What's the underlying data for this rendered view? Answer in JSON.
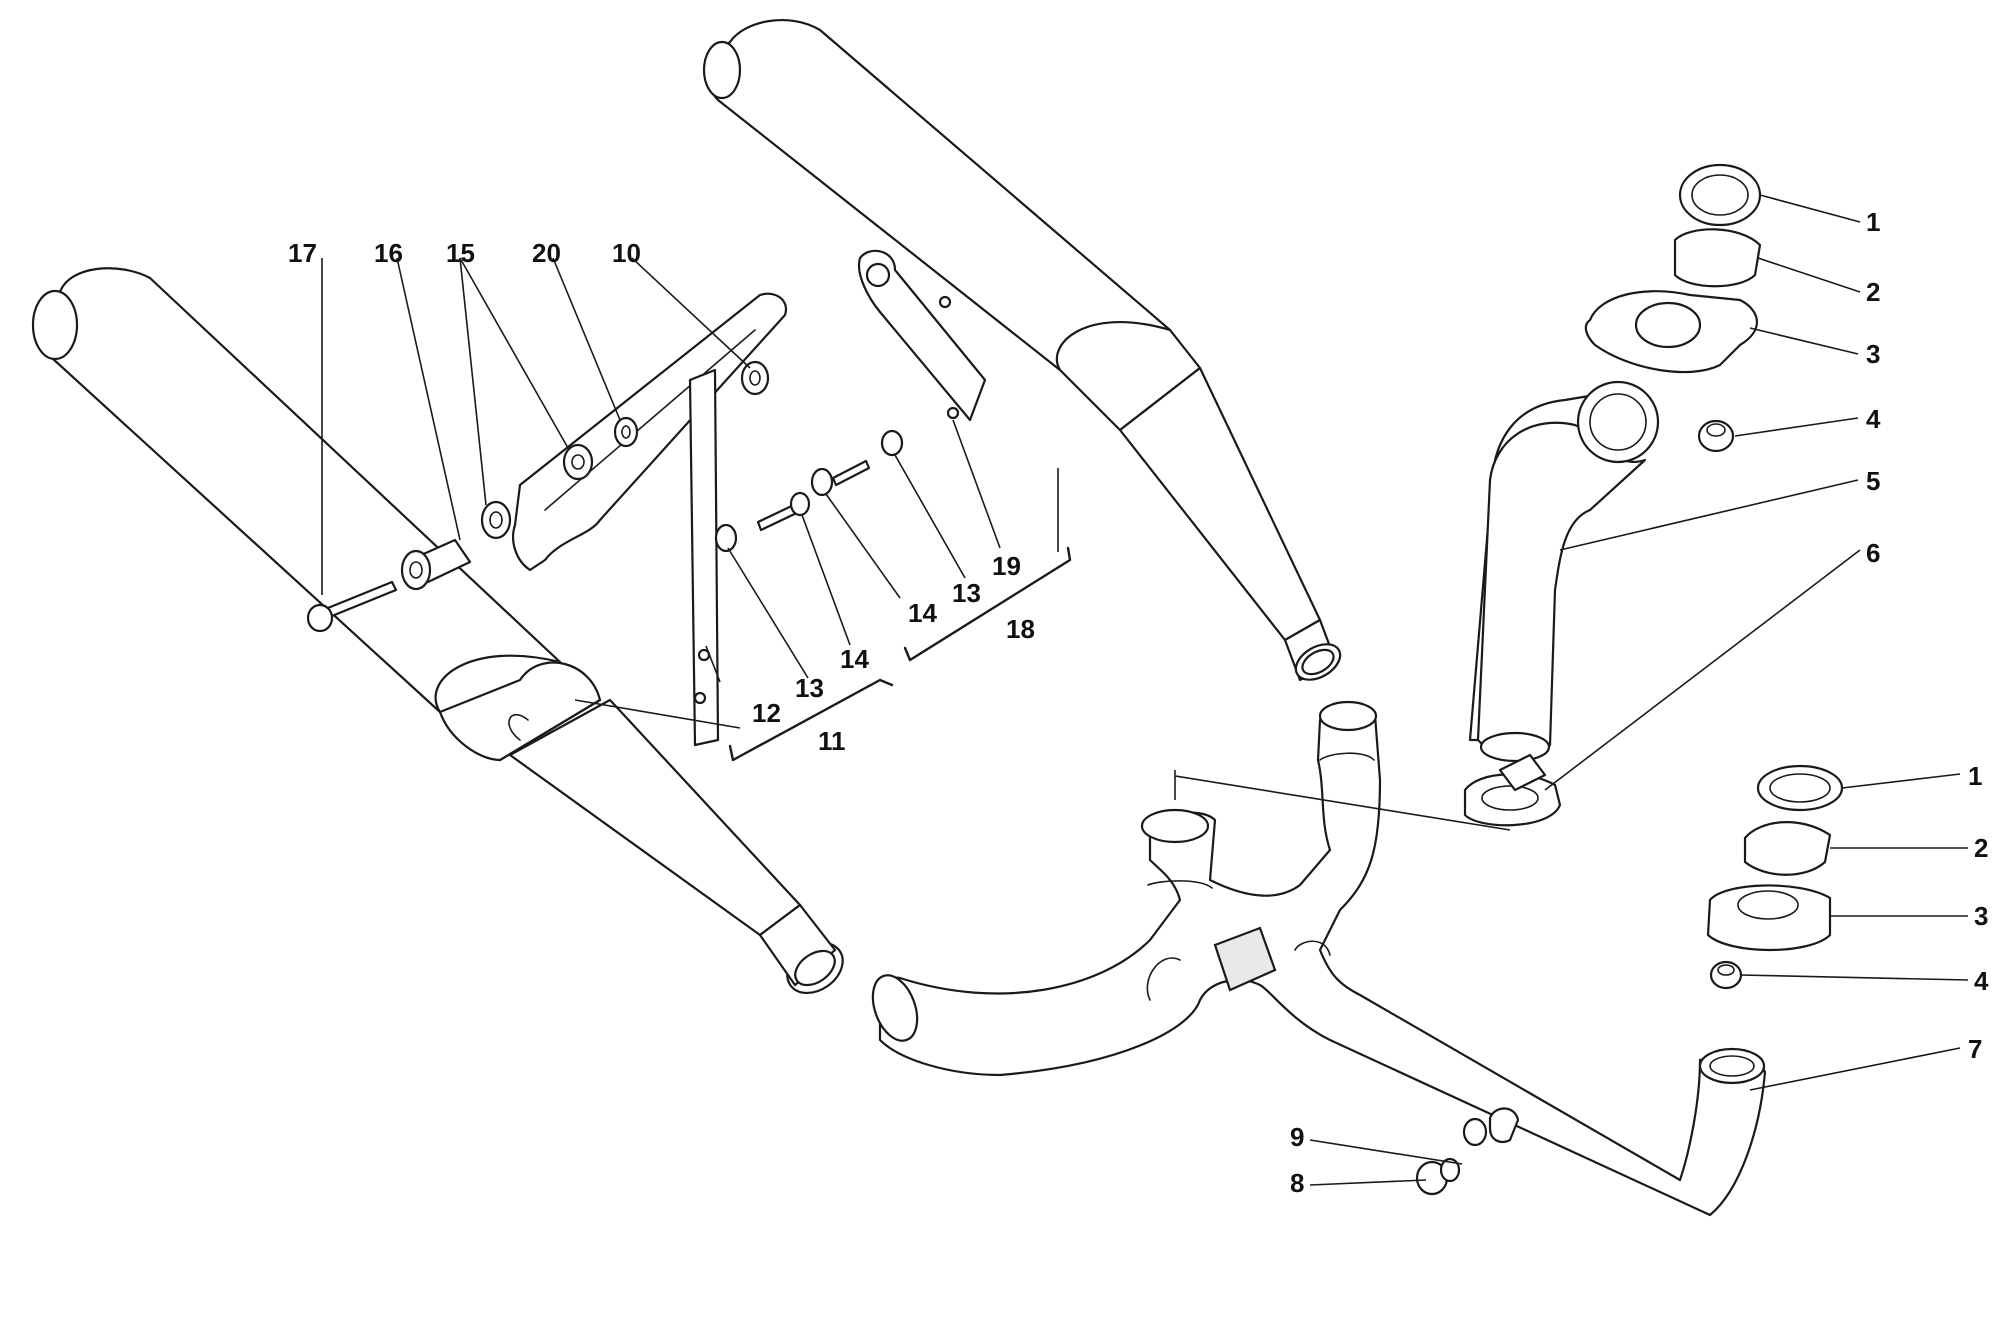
{
  "diagram": {
    "callouts": {
      "c1_top": "1",
      "c2_top": "2",
      "c3_top": "3",
      "c4_top": "4",
      "c5": "5",
      "c6": "6",
      "c1_bot": "1",
      "c2_bot": "2",
      "c3_bot": "3",
      "c4_bot": "4",
      "c7": "7",
      "c8": "8",
      "c9": "9",
      "c10": "10",
      "c11": "11",
      "c12": "12",
      "c13_a": "13",
      "c13_b": "13",
      "c14_a": "14",
      "c14_b": "14",
      "c15": "15",
      "c16": "16",
      "c17": "17",
      "c18": "18",
      "c19": "19",
      "c20": "20"
    }
  }
}
